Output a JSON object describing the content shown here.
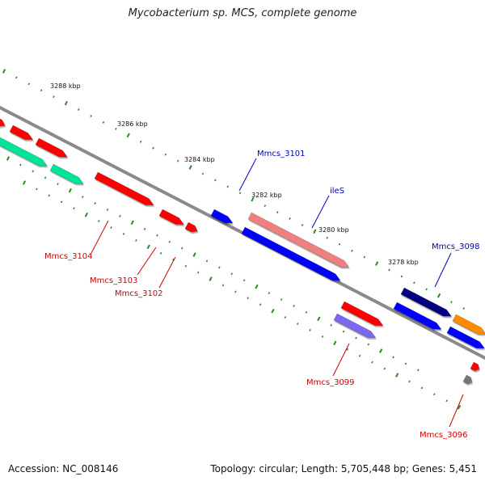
{
  "title": "Mycobacterium sp. MCS, complete genome",
  "footer": {
    "accession": "Accession: NC_008146",
    "topology": "Topology: circular; Length: 5,705,448 bp; Genes: 5,451"
  },
  "colors": {
    "backbone": "#8c8c8c",
    "tick": "#2a8a1f",
    "forward_label": "#0000cc",
    "reverse_label": "#cc0000",
    "red_gene": "#ff0000",
    "blue_gene": "#0000ff",
    "teal_gene": "#00e39a",
    "salmon_gene": "#f08080",
    "purple_gene": "#7b68ee",
    "navy_gene": "#000080",
    "orange_gene": "#ff8c00",
    "gray_gene": "#777777"
  },
  "tick_labels": [
    "3288 kbp",
    "3286 kbp",
    "3284 kbp",
    "3282 kbp",
    "3280 kbp",
    "3278 kbp"
  ],
  "gene_labels": [
    "Mmcs_3101",
    "ileS",
    "Mmcs_3098",
    "Mmcs_3104",
    "Mmcs_3103",
    "Mmcs_3102",
    "Mmcs_3099",
    "Mmcs_3096"
  ]
}
